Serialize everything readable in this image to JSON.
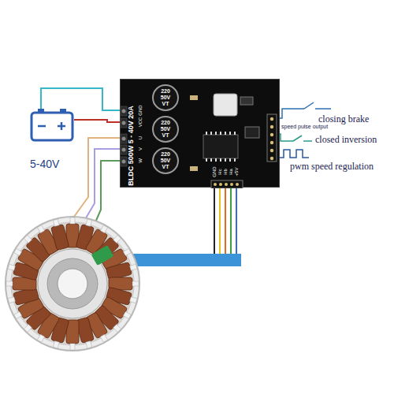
{
  "diagram": {
    "nodes": [
      {
        "text": [
          "BLDC 500W 5 - 40V 20A"
        ]
      },
      {
        "text": [
          "220 50V VT"
        ],
        "in": 0
      },
      {
        "text": [
          "220 50V VT"
        ],
        "in": 0
      },
      {
        "text": [
          "220 50V VT"
        ],
        "in": 0
      },
      {
        "text": [
          "5-40V"
        ]
      }
    ],
    "edges": [
      {
        "from": 4,
        "to": 0,
        "arrow": "none"
      },
      {
        "from": 4,
        "to": 0,
        "arrow": "none"
      }
    ],
    "labels": [
      "GND",
      "VCC",
      "U",
      "V",
      "W",
      "GND",
      "Hc",
      "Hb",
      "Ha",
      "+5V",
      "closing brake",
      "speed pulse output",
      "closed inversion",
      "pwm speed regulation"
    ]
  }
}
